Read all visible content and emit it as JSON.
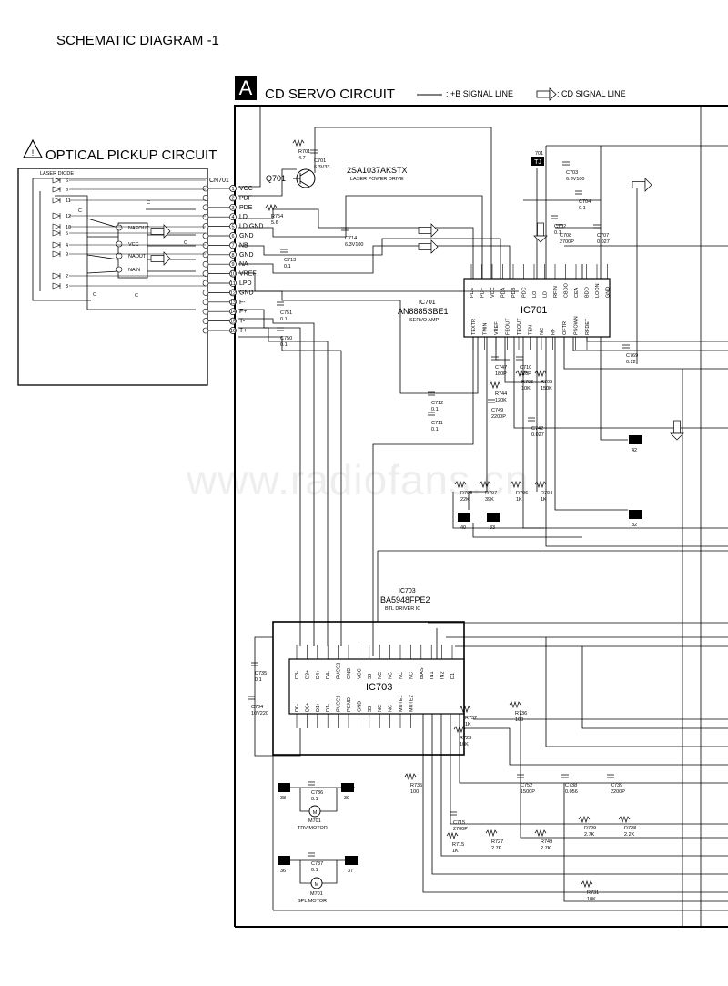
{
  "page": {
    "title": "SCHEMATIC DIAGRAM -1",
    "section_letter": "A",
    "section_title": "CD SERVO CIRCUIT",
    "legend_b_signal": ": +B SIGNAL LINE",
    "legend_cd_signal": ": CD SIGNAL LINE",
    "watermark": "www.radiofans.cn"
  },
  "optical": {
    "title": "OPTICAL PICKUP CIRCUIT",
    "laser_diode": "LASER DIODE",
    "pins": [
      "6",
      "8",
      "11",
      "12",
      "10",
      "5",
      "4",
      "9",
      "2",
      "3"
    ],
    "inner_labels": [
      "NAEOUT",
      "VCC",
      "NAOUT",
      "NAIN"
    ],
    "cap": "C"
  },
  "connector": {
    "name": "CN701",
    "pins": [
      "VCC",
      "PDF",
      "PDE",
      "LD",
      "LD GND",
      "GND",
      "NB",
      "GND",
      "NA",
      "VREF",
      "LPD",
      "GND",
      "F-",
      "F+",
      "T-",
      "T+"
    ]
  },
  "ic701": {
    "ref": "IC701",
    "part": "AN8885SBE1",
    "desc": "SERVO AMP",
    "top_pins": [
      "PDE",
      "PDF",
      "VCC",
      "PDA",
      "PDB",
      "PDC",
      "LO",
      "LD",
      "RFIN",
      "CBDO",
      "CEA",
      "BDO",
      "LOON",
      "GND"
    ],
    "bottom_pins": [
      "TEXTR",
      "TMIN",
      "VREF",
      "FEOUT",
      "TEOUT",
      "TEN",
      "NC",
      "RF",
      "OFTR",
      "PSOWN",
      "RFDET"
    ]
  },
  "ic703": {
    "ref": "IC703",
    "part": "BA5948FPE2",
    "desc": "BTL DRIVER IC",
    "pins_top": [
      "D3-",
      "D3+",
      "D4+",
      "D4-",
      "PVCC2",
      "GND",
      "VCC",
      "33",
      "NC",
      "NC",
      "NC",
      "NC",
      "BIAS",
      "IN1",
      "IN2",
      "D1"
    ],
    "pins_bottom": [
      "D0-",
      "D0+",
      "D1+",
      "D1-",
      "PVCC1",
      "PGND",
      "GND",
      "33",
      "NC",
      "NC",
      "MUTE1",
      "MUTE2"
    ]
  },
  "transistor": {
    "ref": "Q701",
    "part": "2SA1037AKSTX",
    "desc": "LASER POWER DRIVE"
  },
  "components": [
    {
      "ref": "R701",
      "val": "4.7"
    },
    {
      "ref": "C701",
      "val": "6.3V33"
    },
    {
      "ref": "R754",
      "val": "5.6"
    },
    {
      "ref": "C714",
      "val": "6.3V100"
    },
    {
      "ref": "C713",
      "val": "0.1"
    },
    {
      "ref": "C703",
      "val": "6.3V100"
    },
    {
      "ref": "C704",
      "val": "0.1"
    },
    {
      "ref": "C702",
      "val": "0.1"
    },
    {
      "ref": "C708",
      "val": "2700P"
    },
    {
      "ref": "C707",
      "val": "0.027"
    },
    {
      "ref": "C751",
      "val": "0.1"
    },
    {
      "ref": "C750",
      "val": "0.1"
    },
    {
      "ref": "C747",
      "val": "180P"
    },
    {
      "ref": "C710",
      "val": "120P"
    },
    {
      "ref": "R702",
      "val": "10K"
    },
    {
      "ref": "R705",
      "val": "150K"
    },
    {
      "ref": "R744",
      "val": "120K"
    },
    {
      "ref": "C749",
      "val": "2200P"
    },
    {
      "ref": "C712",
      "val": "0.1"
    },
    {
      "ref": "C711",
      "val": "0.1"
    },
    {
      "ref": "C742",
      "val": "0.027"
    },
    {
      "ref": "C769",
      "val": "0.22"
    },
    {
      "ref": "R708",
      "val": "22K"
    },
    {
      "ref": "R707",
      "val": "39K"
    },
    {
      "ref": "R706",
      "val": "1K"
    },
    {
      "ref": "R704",
      "val": "1K"
    },
    {
      "ref": "C735",
      "val": "0.1"
    },
    {
      "ref": "C734",
      "val": "10V220"
    },
    {
      "ref": "C736",
      "val": "0.1"
    },
    {
      "ref": "C737",
      "val": "0.1"
    },
    {
      "ref": "R736",
      "val": "100"
    },
    {
      "ref": "R732",
      "val": "1K"
    },
    {
      "ref": "R723",
      "val": "10K"
    },
    {
      "ref": "R735",
      "val": "100"
    },
    {
      "ref": "C752",
      "val": "1500P"
    },
    {
      "ref": "C738",
      "val": "0.056"
    },
    {
      "ref": "C739",
      "val": "2200P"
    },
    {
      "ref": "C715",
      "val": "2700P"
    },
    {
      "ref": "R715",
      "val": "1K"
    },
    {
      "ref": "R727",
      "val": "2.7K"
    },
    {
      "ref": "R749",
      "val": "2.7K"
    },
    {
      "ref": "R729",
      "val": "2.7K"
    },
    {
      "ref": "R728",
      "val": "2.2K"
    },
    {
      "ref": "R731",
      "val": "10K"
    }
  ],
  "motors": [
    {
      "ref": "M701",
      "desc": "TRV MOTOR"
    },
    {
      "ref": "M701",
      "desc": "SPL MOTOR"
    }
  ],
  "testpoints": [
    "42",
    "32",
    "40",
    "33",
    "38",
    "39",
    "36",
    "37"
  ],
  "tp701": {
    "ref": "701",
    "name": "TJ"
  }
}
